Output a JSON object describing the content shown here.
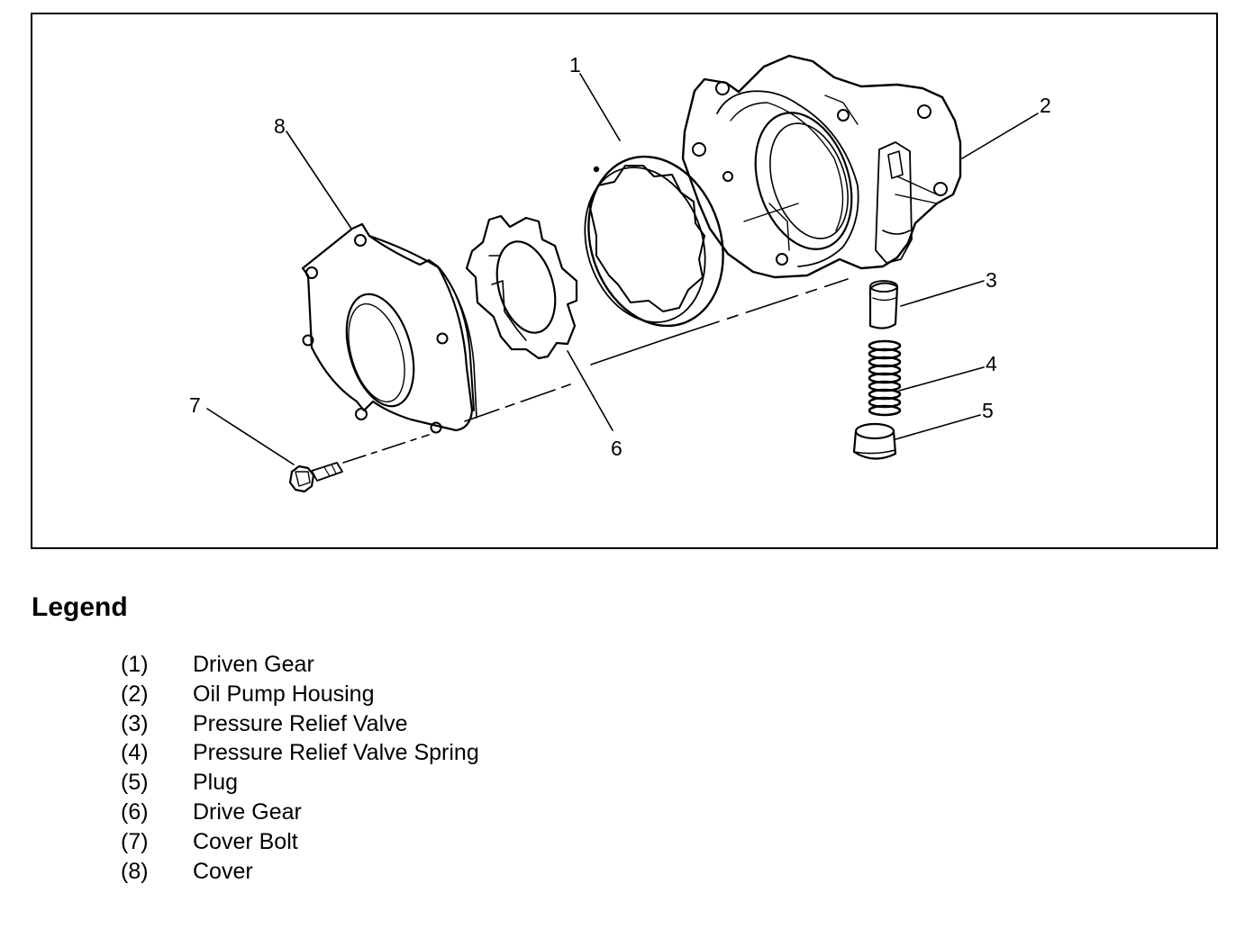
{
  "diagram": {
    "callouts": [
      "1",
      "2",
      "3",
      "4",
      "5",
      "6",
      "7",
      "8"
    ]
  },
  "legend": {
    "title": "Legend",
    "items": [
      {
        "num": "(1)",
        "label": "Driven Gear"
      },
      {
        "num": "(2)",
        "label": "Oil Pump Housing"
      },
      {
        "num": "(3)",
        "label": "Pressure Relief Valve"
      },
      {
        "num": "(4)",
        "label": "Pressure Relief Valve Spring"
      },
      {
        "num": "(5)",
        "label": "Plug"
      },
      {
        "num": "(6)",
        "label": "Drive Gear"
      },
      {
        "num": "(7)",
        "label": "Cover Bolt"
      },
      {
        "num": "(8)",
        "label": "Cover"
      }
    ]
  }
}
